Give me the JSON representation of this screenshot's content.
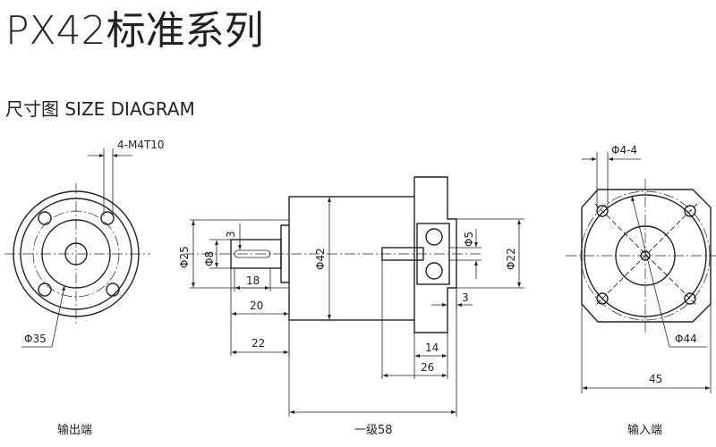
{
  "title": "PX42标准系列",
  "subtitle": "尺寸图 SIZE DIAGRAM",
  "labels": {
    "output_end": "输出端",
    "input_end": "输入端",
    "stage_length": "一级58",
    "thread": "4-M4T10",
    "phi35": "Φ35",
    "phi25": "Φ25",
    "phi8": "Φ8",
    "key3": "3",
    "key18": "18",
    "len20": "20",
    "len22": "22",
    "phi42": "Φ42",
    "phi5": "Φ5",
    "phi22": "Φ22",
    "gap3": "3",
    "len14": "14",
    "len26": "26",
    "phi4_4": "Φ4-4",
    "phi44": "Φ44",
    "len45": "45"
  }
}
